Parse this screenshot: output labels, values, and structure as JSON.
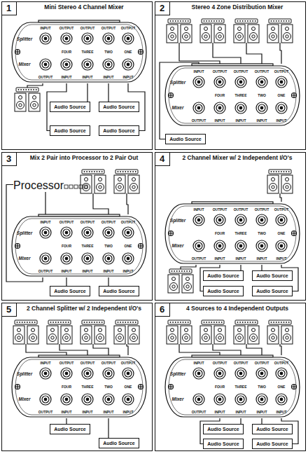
{
  "diagram": {
    "nodes": [
      {
        "text": [
          "Mini Stereo 4 Channel Mixer"
        ]
      },
      {
        "text": [
          "1"
        ],
        "in": 0
      },
      {
        "text": [
          "Splitter",
          "Mixer",
          "INPUT",
          "OUTPUT",
          "OUTPUT",
          "OUTPUT",
          "OUTPUT",
          "FOUR",
          "THREE",
          "TWO",
          "ONE",
          "OUTPUT",
          "INPUT",
          "INPUT",
          "INPUT",
          "INPUT"
        ],
        "in": 0
      },
      {
        "text": [
          "Audio Source"
        ],
        "in": 0
      },
      {
        "text": [
          "Audio Source"
        ],
        "in": 0
      },
      {
        "text": [
          "Audio Source"
        ],
        "in": 0
      },
      {
        "text": [
          "Audio Source"
        ],
        "in": 0
      },
      {
        "text": [
          "Stereo 4 Zone Distribution Mixer"
        ]
      },
      {
        "text": [
          "2"
        ],
        "in": 7
      },
      {
        "text": [
          "Splitter",
          "Mixer",
          "INPUT",
          "OUTPUT",
          "OUTPUT",
          "OUTPUT",
          "OUTPUT",
          "FOUR",
          "THREE",
          "TWO",
          "ONE",
          "OUTPUT",
          "INPUT",
          "INPUT",
          "INPUT",
          "INPUT"
        ],
        "in": 7
      },
      {
        "text": [
          "Audio Source"
        ],
        "in": 7
      },
      {
        "text": [
          "Mix 2 Pair into Processor to 2 Pair Out"
        ]
      },
      {
        "text": [
          "3"
        ],
        "in": 11
      },
      {
        "text": [
          "Processor"
        ],
        "in": 11
      },
      {
        "text": [
          "Splitter",
          "Mixer",
          "INPUT",
          "OUTPUT",
          "OUTPUT",
          "OUTPUT",
          "OUTPUT",
          "FOUR",
          "THREE",
          "TWO",
          "ONE",
          "OUTPUT",
          "INPUT",
          "INPUT",
          "INPUT",
          "INPUT"
        ],
        "in": 11
      },
      {
        "text": [
          "Audio Source"
        ],
        "in": 11
      },
      {
        "text": [
          "Audio Source"
        ],
        "in": 11
      },
      {
        "text": [
          "2 Channel Mixer  w/ 2 Independent I/O's"
        ]
      },
      {
        "text": [
          "4"
        ],
        "in": 17
      },
      {
        "text": [
          "Splitter",
          "Mixer",
          "INPUT",
          "OUTPUT",
          "OUTPUT",
          "OUTPUT",
          "OUTPUT",
          "FOUR",
          "THREE",
          "TWO",
          "ONE",
          "OUTPUT",
          "INPUT",
          "INPUT",
          "INPUT",
          "INPUT"
        ],
        "in": 17
      },
      {
        "text": [
          "Audio Source"
        ],
        "in": 17
      },
      {
        "text": [
          "Audio Source"
        ],
        "in": 17
      },
      {
        "text": [
          "Audio Source"
        ],
        "in": 17
      },
      {
        "text": [
          "Audio Source"
        ],
        "in": 17
      },
      {
        "text": [
          "2 Channel Splitter w/ 2 Independent I/O's"
        ]
      },
      {
        "text": [
          "5"
        ],
        "in": 24
      },
      {
        "text": [
          "Splitter",
          "Mixer",
          "INPUT",
          "OUTPUT",
          "OUTPUT",
          "OUTPUT",
          "OUTPUT",
          "FOUR",
          "THREE",
          "TWO",
          "ONE",
          "OUTPUT",
          "INPUT",
          "INPUT",
          "INPUT",
          "INPUT"
        ],
        "in": 24
      },
      {
        "text": [
          "Audio Source"
        ],
        "in": 24
      },
      {
        "text": [
          "Audio Source"
        ],
        "in": 24
      },
      {
        "text": [
          "4 Sources to 4 Independent Outputs"
        ]
      },
      {
        "text": [
          "6"
        ],
        "in": 29
      },
      {
        "text": [
          "Splitter",
          "Mixer",
          "INPUT",
          "OUTPUT",
          "OUTPUT",
          "OUTPUT",
          "OUTPUT",
          "FOUR",
          "THREE",
          "TWO",
          "ONE",
          "OUTPUT",
          "INPUT",
          "INPUT",
          "INPUT",
          "INPUT"
        ],
        "in": 29
      },
      {
        "text": [
          "Audio Source"
        ],
        "in": 29
      },
      {
        "text": [
          "Audio Source"
        ],
        "in": 29
      },
      {
        "text": [
          "Audio Source"
        ],
        "in": 29
      },
      {
        "text": [
          "Audio Source"
        ],
        "in": 29
      }
    ],
    "edges": [
      {
        "from": 3,
        "to": 2,
        "arrow": "none"
      },
      {
        "from": 4,
        "to": 2,
        "arrow": "none"
      },
      {
        "from": 5,
        "to": 2,
        "arrow": "none"
      },
      {
        "from": 6,
        "to": 2,
        "arrow": "none"
      },
      {
        "from": 10,
        "to": 9,
        "arrow": "none"
      },
      {
        "from": 14,
        "to": 13,
        "arrow": "none"
      },
      {
        "from": 13,
        "to": 14,
        "arrow": "none"
      },
      {
        "from": 15,
        "to": 14,
        "arrow": "none"
      },
      {
        "from": 16,
        "to": 14,
        "arrow": "none"
      },
      {
        "from": 20,
        "to": 19,
        "arrow": "none"
      },
      {
        "from": 21,
        "to": 19,
        "arrow": "none"
      },
      {
        "from": 22,
        "to": 19,
        "arrow": "none"
      },
      {
        "from": 23,
        "to": 19,
        "arrow": "none"
      },
      {
        "from": 27,
        "to": 26,
        "arrow": "none"
      },
      {
        "from": 28,
        "to": 26,
        "arrow": "none"
      },
      {
        "from": 32,
        "to": 31,
        "arrow": "none"
      },
      {
        "from": 33,
        "to": 31,
        "arrow": "none"
      },
      {
        "from": 34,
        "to": 31,
        "arrow": "none"
      },
      {
        "from": 35,
        "to": 31,
        "arrow": "none"
      }
    ]
  }
}
